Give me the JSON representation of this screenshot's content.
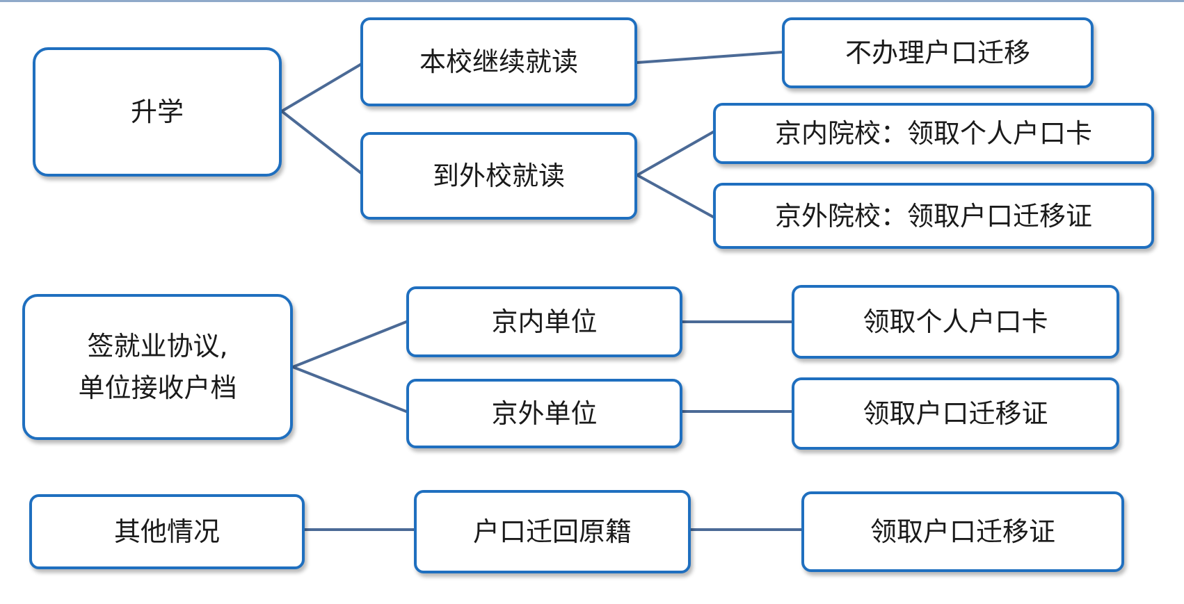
{
  "diagram": {
    "rows": [
      {
        "root": "升学",
        "branch_1": "本校继续就读",
        "branch_1_result": "不办理户口迁移",
        "branch_2": "到外校就读",
        "branch_2_result_1": "京内院校：领取个人户口卡",
        "branch_2_result_2": "京外院校：领取户口迁移证"
      },
      {
        "root_line_1": "签就业协议,",
        "root_line_2": "单位接收户档",
        "branch_1": "京内单位",
        "branch_1_result": "领取个人户口卡",
        "branch_2": "京外单位",
        "branch_2_result": "领取户口迁移证"
      },
      {
        "root": "其他情况",
        "branch": "户口迁回原籍",
        "result": "领取户口迁移证"
      }
    ]
  },
  "colors": {
    "box_border": "#1f6fbf",
    "connector": "#4b6a96",
    "top_rule": "#8fa9c9"
  }
}
